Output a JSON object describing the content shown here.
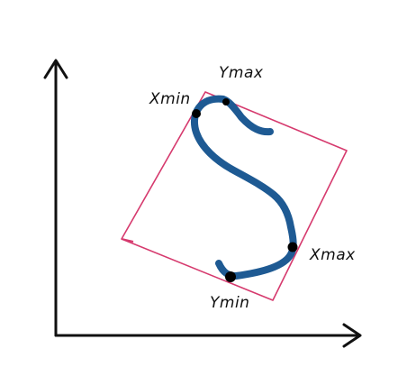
{
  "labels": {
    "xmin": "Xmin",
    "ymax": "Ymax",
    "xmax": "Xmax",
    "ymin": "Ymin"
  },
  "colors": {
    "axes": "#111111",
    "bounding_box": "#d63a6e",
    "curve": "#1e5a93",
    "extreme_points": "#000000",
    "background": "#ffffff"
  }
}
